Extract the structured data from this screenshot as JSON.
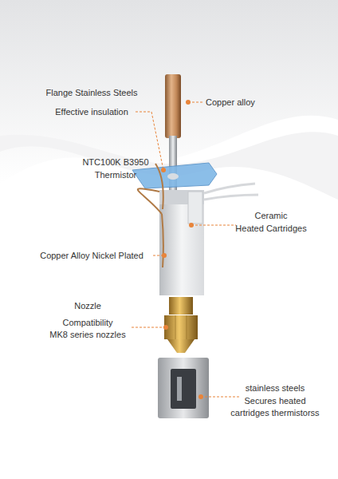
{
  "diagram": {
    "labels": [
      "Flange Stainless Steels",
      "Effective insulation",
      "Copper alloy",
      "NTC100K B3950",
      "Thermistor",
      "Ceramic",
      "Heated Cartridges",
      "Copper Alloy Nickel Plated",
      "Nozzle",
      "Compatibility",
      "MK8 series nozzles",
      "stainless steels",
      "Secures heated",
      "cartridges thermistorss"
    ]
  }
}
